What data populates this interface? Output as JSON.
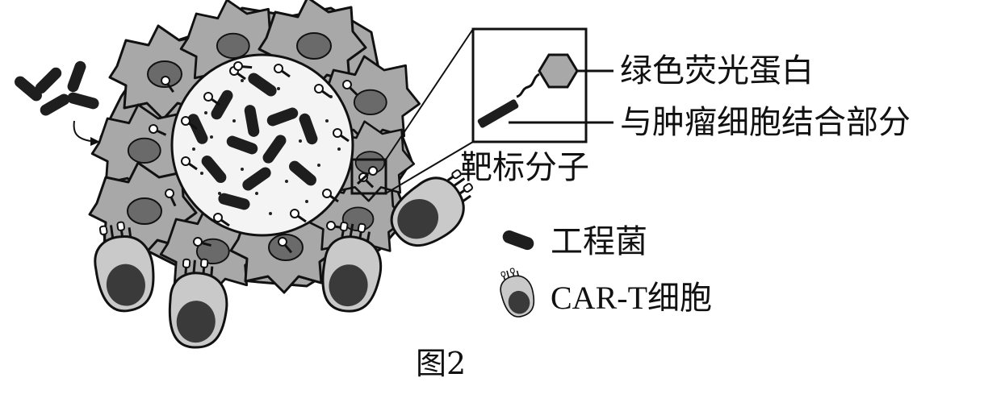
{
  "inset": {
    "label_protein": "绿色荧光蛋白",
    "label_binding": "与肿瘤细胞结合部分",
    "label_molecule": "靶标分子"
  },
  "legend": {
    "bacteria_label": "工程菌",
    "cart_label": "CAR-T细胞"
  },
  "caption": "图2",
  "colors": {
    "ink": "#111111",
    "cell_fill": "#a8a8a8",
    "nucleus_fill": "#6a6a6a",
    "tumor_core": "#f4f4f4",
    "bacteria_fill": "#1e1e1e",
    "tcell_fill": "#c9c9c9",
    "tcell_nucleus": "#3a3a3a"
  },
  "icons": {
    "bacteria": "rod-bacterium-icon",
    "cart_cell": "car-t-cell-icon",
    "target_molecule": "target-molecule-icon"
  }
}
